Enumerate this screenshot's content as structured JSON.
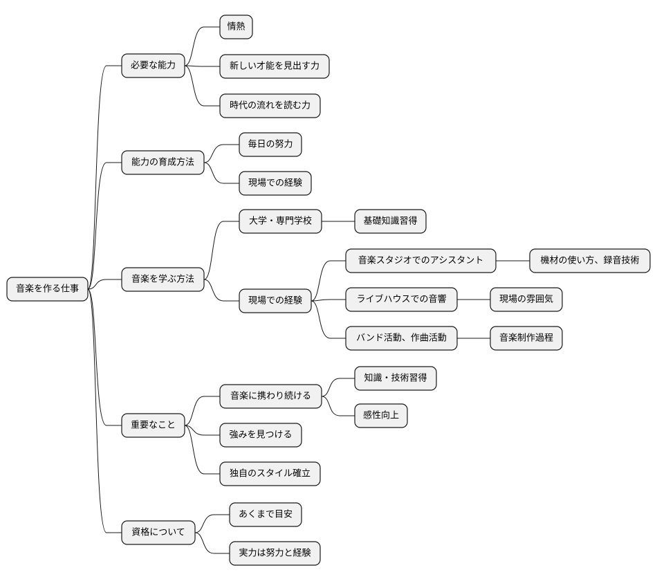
{
  "mindmap": {
    "root": {
      "label": "音楽を作る仕事",
      "children": [
        {
          "label": "必要な能力",
          "children": [
            {
              "label": "情熱"
            },
            {
              "label": "新しい才能を見出す力"
            },
            {
              "label": "時代の流れを読む力"
            }
          ]
        },
        {
          "label": "能力の育成方法",
          "children": [
            {
              "label": "毎日の努力"
            },
            {
              "label": "現場での経験"
            }
          ]
        },
        {
          "label": "音楽を学ぶ方法",
          "children": [
            {
              "label": "大学・専門学校",
              "children": [
                {
                  "label": "基礎知識習得"
                }
              ]
            },
            {
              "label": "現場での経験",
              "children": [
                {
                  "label": "音楽スタジオでのアシスタント",
                  "children": [
                    {
                      "label": "機材の使い方、録音技術"
                    }
                  ]
                },
                {
                  "label": "ライブハウスでの音響",
                  "children": [
                    {
                      "label": "現場の雰囲気"
                    }
                  ]
                },
                {
                  "label": "バンド活動、作曲活動",
                  "children": [
                    {
                      "label": "音楽制作過程"
                    }
                  ]
                }
              ]
            }
          ]
        },
        {
          "label": "重要なこと",
          "children": [
            {
              "label": "音楽に携わり続ける",
              "children": [
                {
                  "label": "知識・技術習得"
                },
                {
                  "label": "感性向上"
                }
              ]
            },
            {
              "label": "強みを見つける"
            },
            {
              "label": "独自のスタイル確立"
            }
          ]
        },
        {
          "label": "資格について",
          "children": [
            {
              "label": "あくまで目安"
            },
            {
              "label": "実力は努力と経験"
            }
          ]
        }
      ]
    }
  },
  "colors": {
    "node_fill": "#f1f1f1",
    "node_stroke": "#181818",
    "edge": "#181818",
    "text": "#000000"
  }
}
